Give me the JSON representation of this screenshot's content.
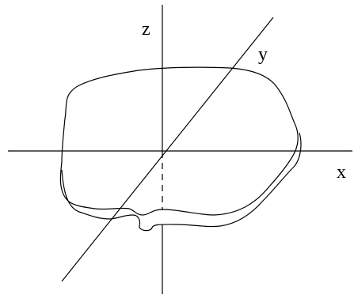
{
  "axes": {
    "x": {
      "label": "x"
    },
    "y": {
      "label": "y"
    },
    "z": {
      "label": "z"
    }
  },
  "colors": {
    "stroke": "#000000",
    "background": "#ffffff"
  }
}
